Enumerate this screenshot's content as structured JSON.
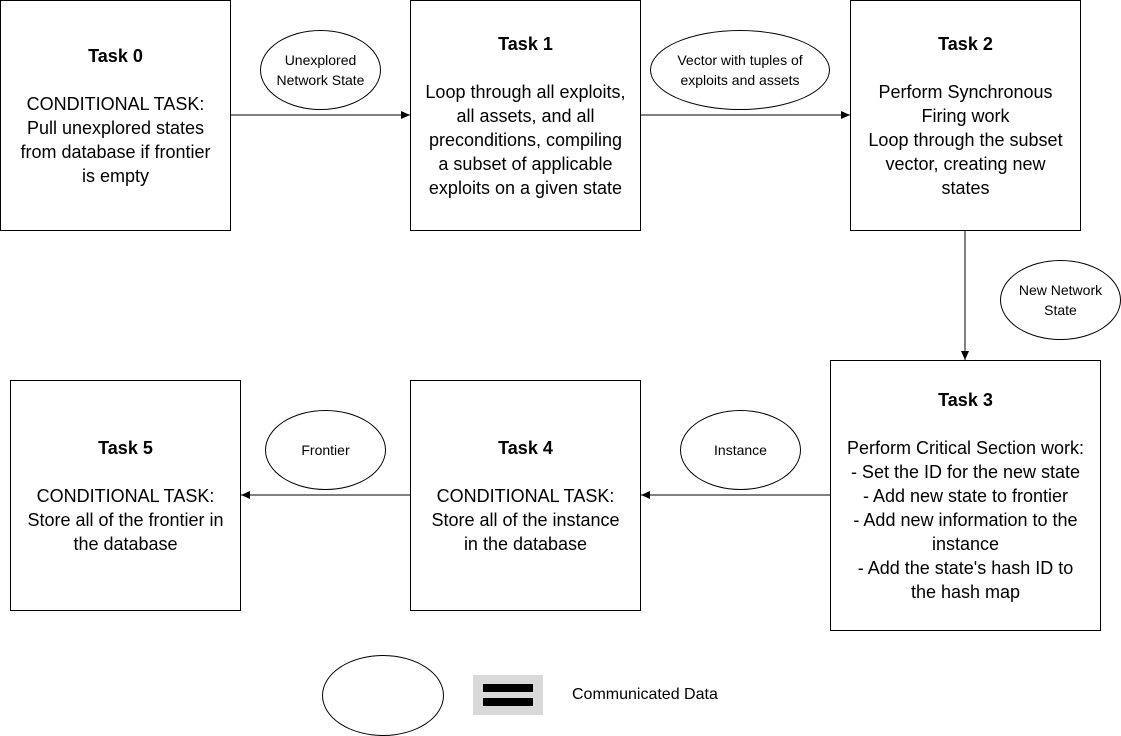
{
  "tasks": [
    {
      "title": "Task 0",
      "body": "CONDITIONAL TASK:\nPull unexplored states\nfrom database if frontier\nis empty"
    },
    {
      "title": "Task 1",
      "body": "Loop through all exploits,\nall assets, and all\npreconditions, compiling\na subset of applicable\nexploits on a given state"
    },
    {
      "title": "Task 2",
      "body": "Perform Synchronous\nFiring work\nLoop through the subset\nvector, creating new\nstates"
    },
    {
      "title": "Task 3",
      "body": "Perform Critical Section work:\n- Set the ID for the new state\n- Add new state to frontier\n- Add new information to the\ninstance\n- Add the state's hash ID to\nthe hash map"
    },
    {
      "title": "Task 4",
      "body": "CONDITIONAL TASK:\nStore all of the instance\nin the database"
    },
    {
      "title": "Task 5",
      "body": "CONDITIONAL TASK:\nStore all of the frontier in\nthe database"
    }
  ],
  "data_labels": [
    "Unexplored\nNetwork State",
    "Vector with tuples of\nexploits and assets",
    "New Network\nState",
    "Instance",
    "Frontier"
  ],
  "legend": {
    "label": "Communicated Data"
  }
}
